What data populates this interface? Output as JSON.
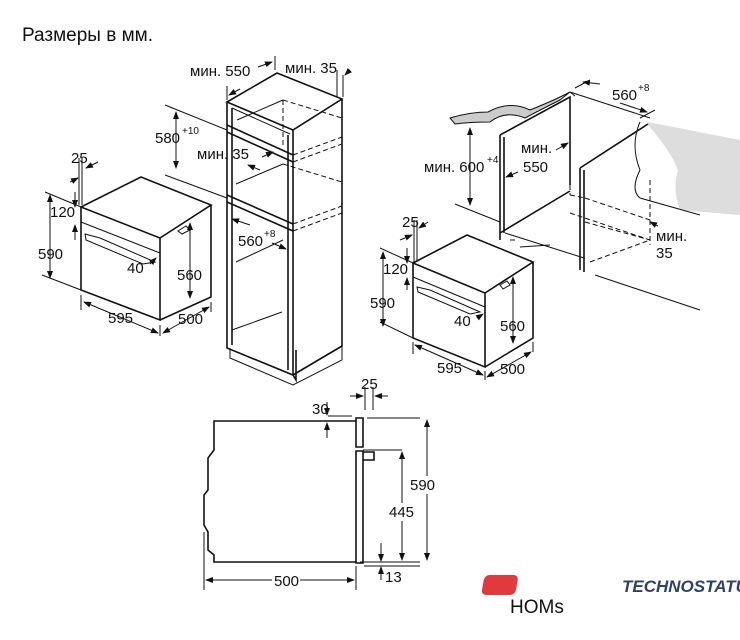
{
  "title": "Размеры в мм.",
  "tall_cabinet": {
    "depth_label": "мин. 550",
    "top_gap_label": "мин. 35",
    "niche_height_label": "580",
    "niche_height_tol": "+10",
    "rear_gap_label": "мин. 35",
    "niche_width_label": "560",
    "niche_width_tol": "+8"
  },
  "oven_left": {
    "d25": "25",
    "d120": "120",
    "d590": "590",
    "d40": "40",
    "d560": "560",
    "d595": "595",
    "d500": "500"
  },
  "undercounter": {
    "width_label": "560",
    "width_tol": "+8",
    "height_label": "мин. 600",
    "height_tol": "+4",
    "depth_label_1": "мин.",
    "depth_label_2": "550",
    "gap_label_1": "мин.",
    "gap_label_2": "35"
  },
  "oven_right": {
    "d25": "25",
    "d120": "120",
    "d590": "590",
    "d40": "40",
    "d560": "560",
    "d595": "595",
    "d500": "500"
  },
  "side_view": {
    "d25": "25",
    "d30": "30",
    "d590": "590",
    "d445": "445",
    "d500": "500",
    "d13": "13"
  },
  "model": "HOMs",
  "logo": {
    "mark": "ts",
    "name": "TECHNOSTATUS",
    "color": "#e03a3e"
  }
}
